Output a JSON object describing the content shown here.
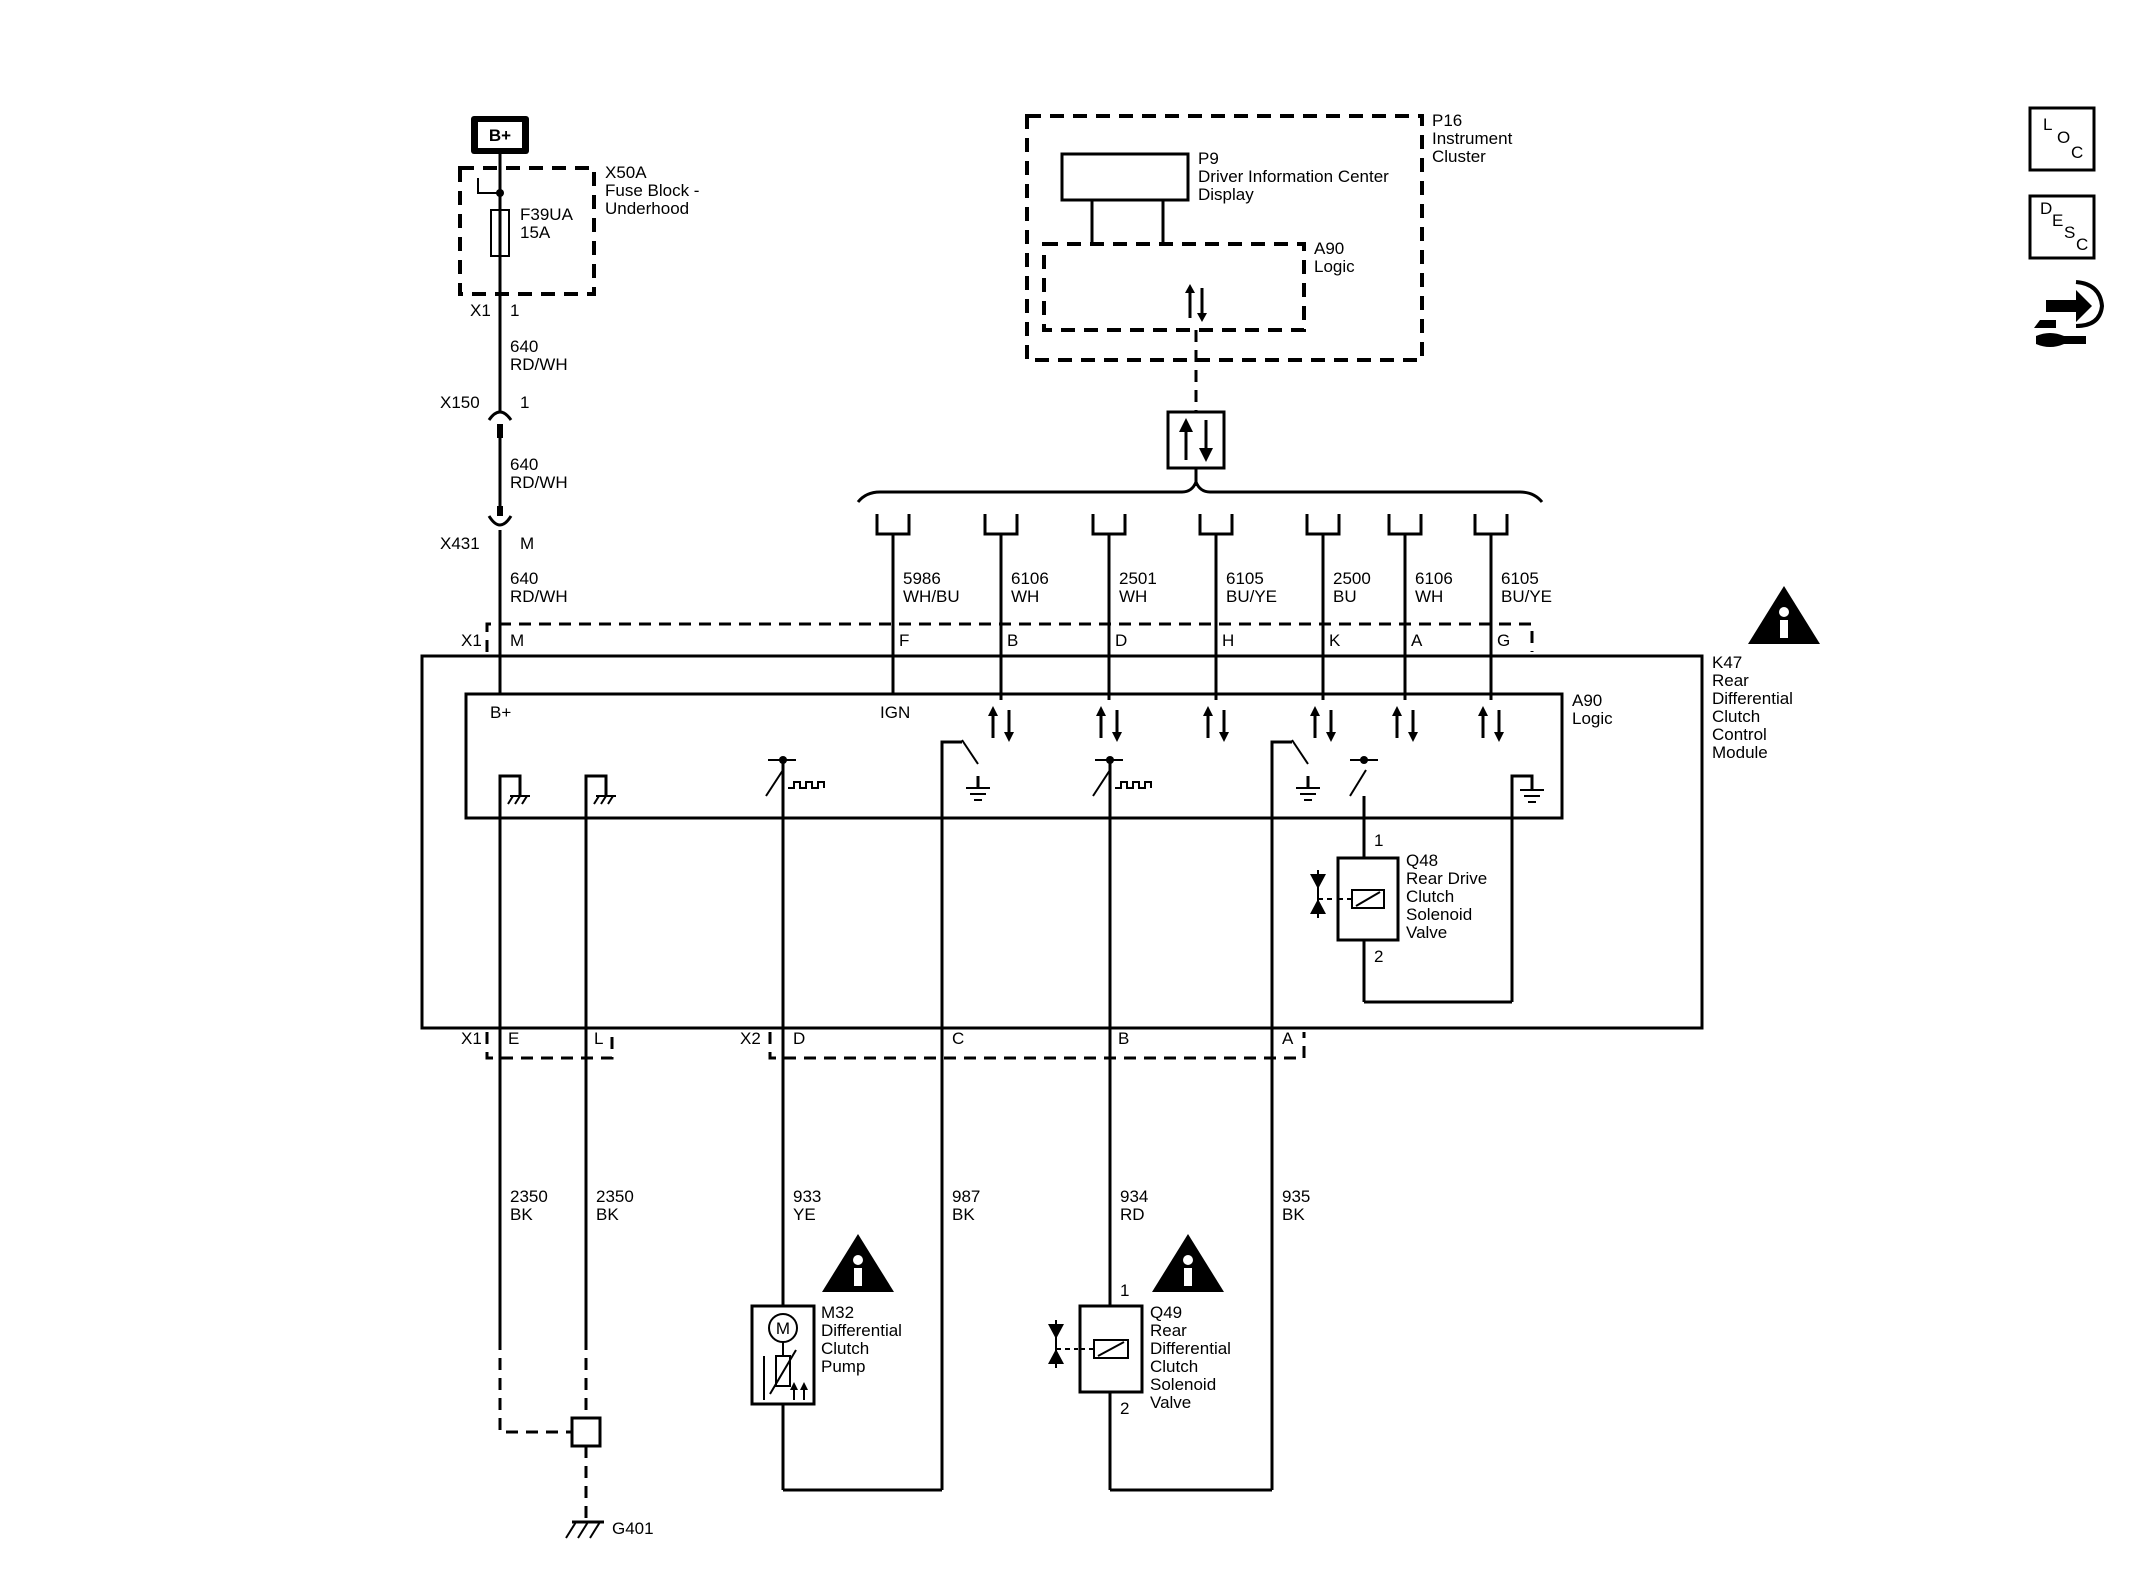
{
  "power": {
    "label": "B+"
  },
  "fuse_block": {
    "ref": "X50A",
    "name_1": "Fuse Block -",
    "name_2": "Underhood",
    "fuse": "F39UA",
    "rating": "15A",
    "out_conn": "X1",
    "out_pin": "1"
  },
  "harness": [
    {
      "circuit": "640",
      "color": "RD/WH"
    },
    {
      "circuit": "640",
      "color": "RD/WH"
    },
    {
      "circuit": "640",
      "color": "RD/WH"
    }
  ],
  "inline_connectors": [
    {
      "ref": "X150",
      "pin": "1"
    },
    {
      "ref": "X431",
      "pin": "M"
    }
  ],
  "cluster": {
    "ref": "P16",
    "name_1": "Instrument",
    "name_2": "Cluster",
    "display_ref": "P9",
    "display_1": "Driver Information Center",
    "display_2": "Display",
    "logic_ref": "A90",
    "logic_name": "Logic"
  },
  "bus_wires": [
    {
      "circuit": "5986",
      "color": "WH/BU",
      "pin": "F"
    },
    {
      "circuit": "6106",
      "color": "WH",
      "pin": "B"
    },
    {
      "circuit": "2501",
      "color": "WH",
      "pin": "D"
    },
    {
      "circuit": "6105",
      "color": "BU/YE",
      "pin": "H"
    },
    {
      "circuit": "2500",
      "color": "BU",
      "pin": "K"
    },
    {
      "circuit": "6106",
      "color": "WH",
      "pin": "A"
    },
    {
      "circuit": "6105",
      "color": "BU/YE",
      "pin": "G"
    }
  ],
  "module": {
    "ref": "K47",
    "name_1": "Rear",
    "name_2": "Differential",
    "name_3": "Clutch",
    "name_4": "Control",
    "name_5": "Module",
    "top_conn": "X1",
    "top_pin": "M",
    "logic_ref": "A90",
    "logic_name": "Logic",
    "bplus": "B+",
    "ign": "IGN"
  },
  "q48": {
    "ref": "Q48",
    "name_1": "Rear Drive",
    "name_2": "Clutch",
    "name_3": "Solenoid",
    "name_4": "Valve",
    "pin1": "1",
    "pin2": "2"
  },
  "bottom_connectors": {
    "x1": "X1",
    "x1_pins": [
      "E",
      "L"
    ],
    "x2": "X2",
    "x2_pins": [
      "D",
      "C",
      "B",
      "A"
    ]
  },
  "bottom_wires": [
    {
      "circuit": "2350",
      "color": "BK"
    },
    {
      "circuit": "2350",
      "color": "BK"
    },
    {
      "circuit": "933",
      "color": "YE"
    },
    {
      "circuit": "987",
      "color": "BK"
    },
    {
      "circuit": "934",
      "color": "RD"
    },
    {
      "circuit": "935",
      "color": "BK"
    }
  ],
  "m32": {
    "ref": "M32",
    "name_1": "Differential",
    "name_2": "Clutch",
    "name_3": "Pump",
    "motor": "M"
  },
  "q49": {
    "ref": "Q49",
    "name_1": "Rear",
    "name_2": "Differential",
    "name_3": "Clutch",
    "name_4": "Solenoid",
    "name_5": "Valve",
    "pin1": "1",
    "pin2": "2"
  },
  "ground": {
    "ref": "G401"
  },
  "side_icons": [
    {
      "name": "loc",
      "l1": "L",
      "l2": "O",
      "l3": "C"
    },
    {
      "name": "desc",
      "l1": "D",
      "l2": "E",
      "l3": "S",
      "l4": "C"
    }
  ],
  "info_icon": {
    "glyph": "i"
  }
}
